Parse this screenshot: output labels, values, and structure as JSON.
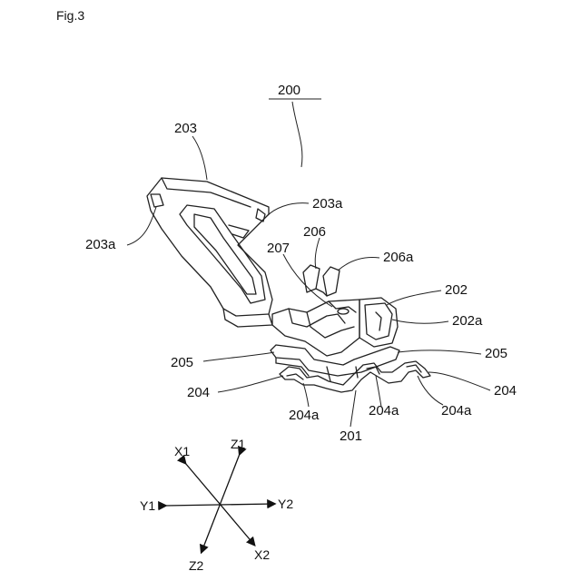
{
  "figure_label": "Fig.3",
  "assembly_label": "200",
  "part_labels": {
    "p203": "203",
    "p203a_right": "203a",
    "p203a_left": "203a",
    "p206": "206",
    "p206a": "206a",
    "p207": "207",
    "p202": "202",
    "p202a": "202a",
    "p205_right": "205",
    "p205_left": "205",
    "p204_left": "204",
    "p204_right": "204",
    "p204a_1": "204a",
    "p204a_2": "204a",
    "p204a_3": "204a",
    "p201": "201"
  },
  "axes": {
    "x1": "X1",
    "x2": "X2",
    "y1": "Y1",
    "y2": "Y2",
    "z1": "Z1",
    "z2": "Z2"
  }
}
